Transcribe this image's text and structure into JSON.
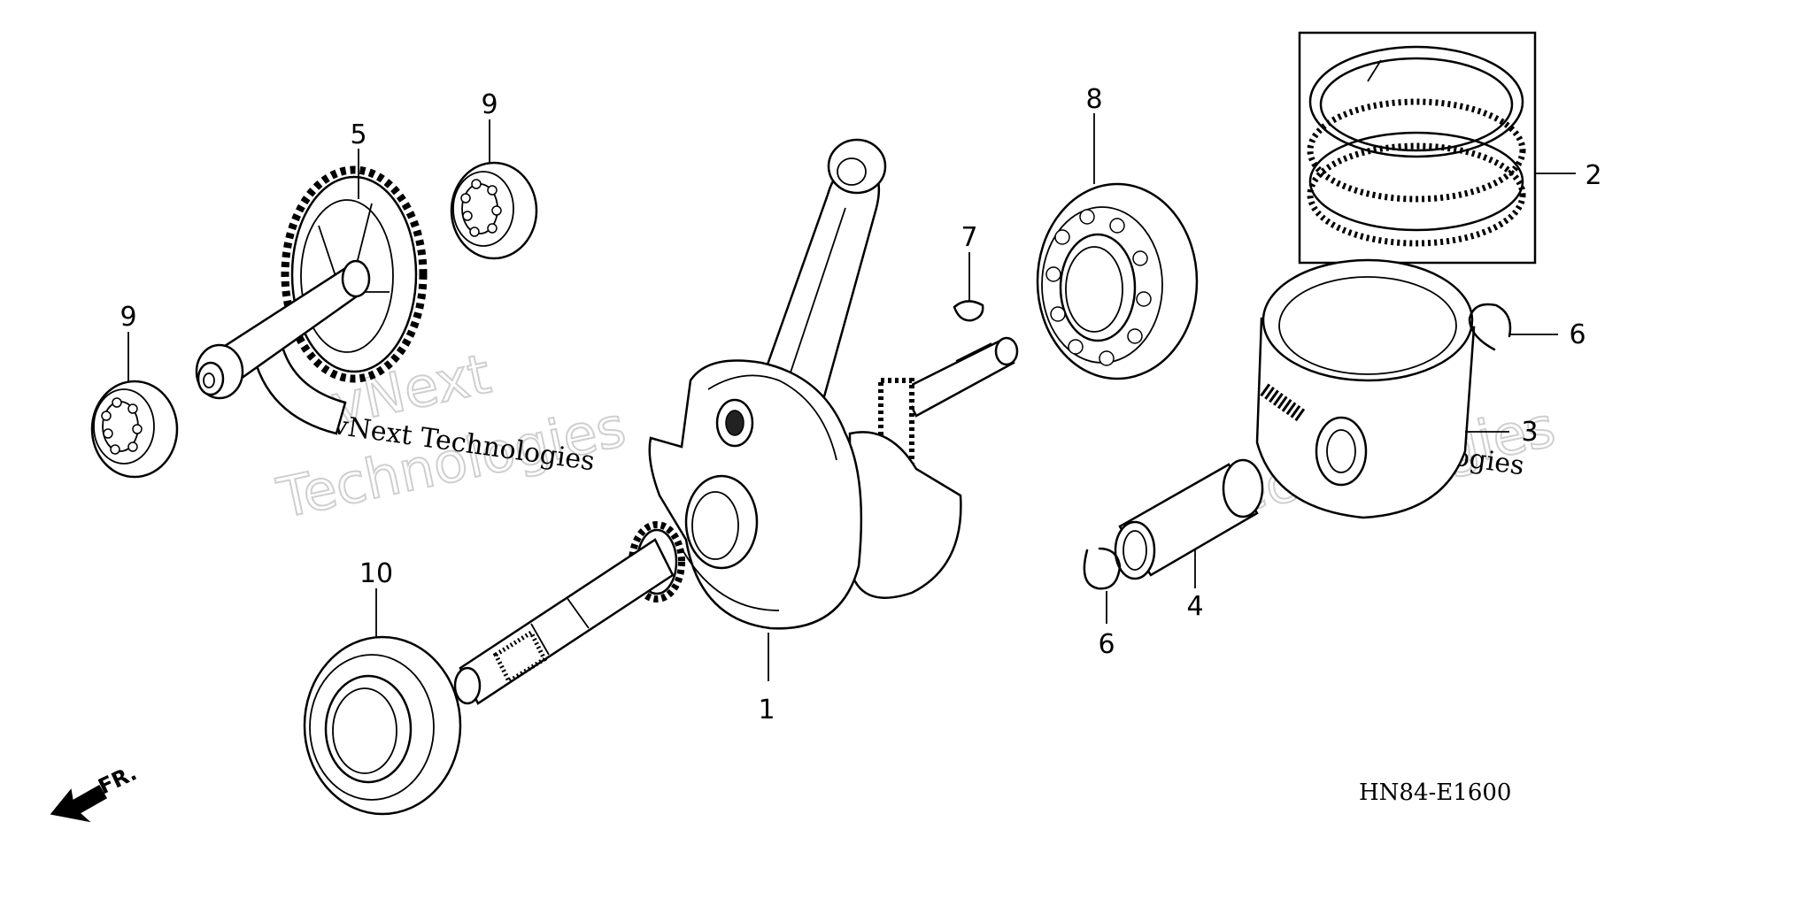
{
  "diagram": {
    "drawing_code": "HN84-E1600",
    "front_arrow_label": "FR.",
    "watermark": {
      "line1": "vNext",
      "line2": "Technologies",
      "caption": "vNext Technologies"
    },
    "callouts": {
      "crankshaft": "1",
      "piston_rings": "2",
      "piston": "3",
      "piston_pin": "4",
      "balancer_shaft": "5",
      "pin_clip_right": "6",
      "pin_clip_left": "6",
      "woodruff_key": "7",
      "bearing_crank": "8",
      "bearing_balancer_top": "9",
      "bearing_balancer_left": "9",
      "oil_seal": "10"
    }
  }
}
